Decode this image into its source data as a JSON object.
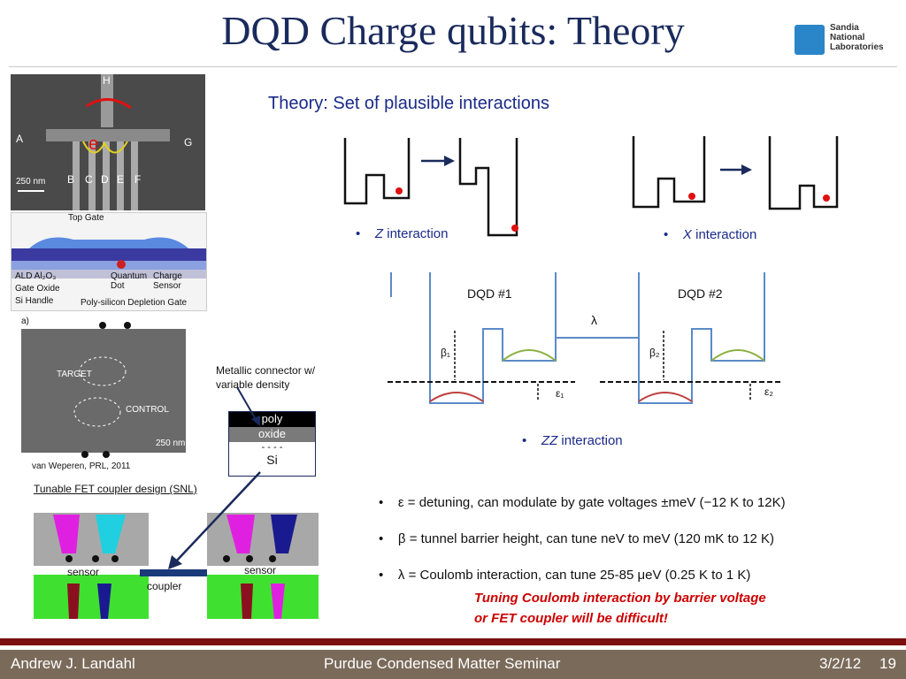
{
  "title": "DQD Charge qubits: Theory",
  "logo": {
    "line1": "Sandia",
    "line2": "National",
    "line3": "Laboratories"
  },
  "subtitle": "Theory: Set of plausible interactions",
  "z_interaction": {
    "italic": "Z",
    "rest": " interaction"
  },
  "x_interaction": {
    "italic": "X",
    "rest": " interaction"
  },
  "zz_interaction": {
    "italic": "ZZ",
    "rest": " interaction"
  },
  "dqd1_label": "DQD #1",
  "dqd2_label": "DQD #2",
  "lambda_label": "λ",
  "beta1_label": "β₁",
  "beta2_label": "β₂",
  "eps1_label": "ε₁",
  "eps2_label": "ε₂",
  "sem_labels": {
    "h": "H",
    "a": "A",
    "g": "G",
    "b": "B",
    "c": "C",
    "d": "D",
    "e": "E",
    "f": "F",
    "e_label": "e",
    "scale": "250 nm"
  },
  "cross_section": {
    "top_gate": "Top Gate",
    "ald": "ALD Al₂O₃",
    "gate_oxide": "Gate Oxide",
    "si_handle": "Si Handle",
    "qd": "Quantum Dot",
    "cs": "Charge Sensor",
    "poly": "Poly-silicon Depletion Gate"
  },
  "device_b": {
    "a": "a)",
    "target": "TARGET",
    "control": "CONTROL",
    "scale": "250 nm",
    "citation": "van Weperen, PRL, 2011"
  },
  "connector_note": {
    "line1": "Metallic connector w/",
    "line2": "variable density"
  },
  "stack": {
    "poly": "poly",
    "oxide": "oxide",
    "dashes": "- - - -",
    "si": "Si"
  },
  "fet_caption": "Tunable FET coupler design (SNL)",
  "fet_labels": {
    "sensor_left": "sensor",
    "sensor_right": "sensor",
    "coupler": "coupler"
  },
  "bullets": [
    "ε = detuning, can modulate by gate voltages  ±meV (−12 K to 12K)",
    "β = tunnel barrier height, can tune neV to meV (120 mK to 12 K)",
    "λ = Coulomb interaction, can tune  25-85  μeV (0.25 K to 1 K)"
  ],
  "warning": {
    "line1": "Tuning Coulomb interaction by barrier voltage",
    "line2": "or FET coupler will be difficult!"
  },
  "footer": {
    "author": "Andrew J. Landahl",
    "event": "Purdue Condensed Matter Seminar",
    "date": "3/2/12",
    "page": "19"
  }
}
